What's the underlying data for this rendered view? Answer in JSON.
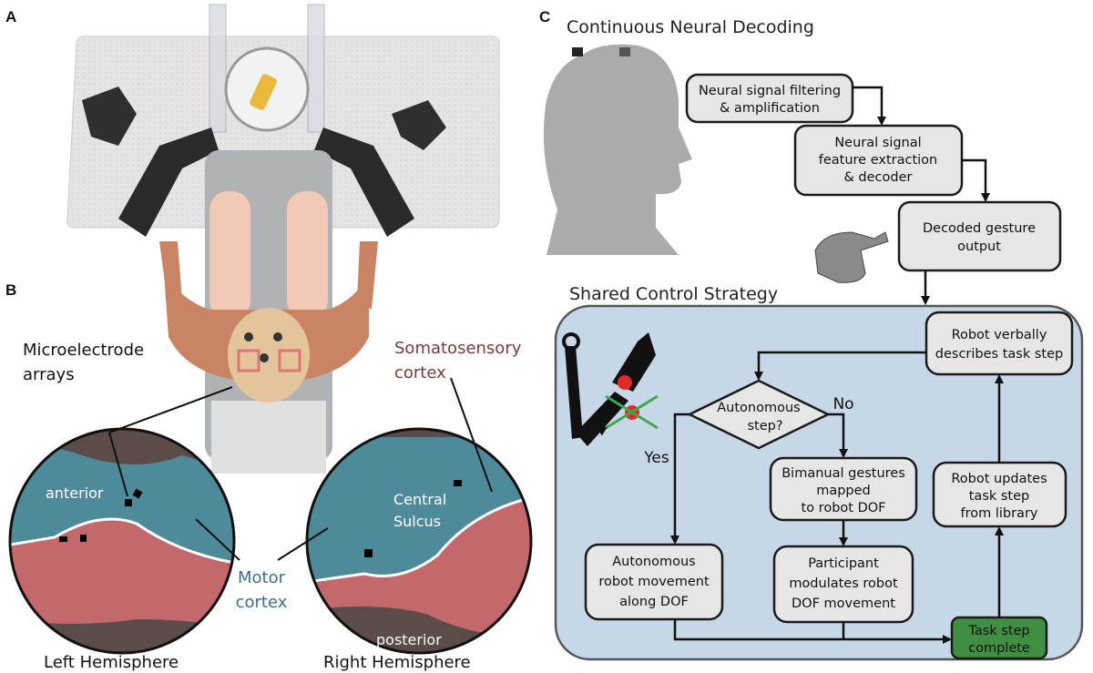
{
  "panels": {
    "a": "A",
    "b": "B",
    "c": "C"
  },
  "colors": {
    "motor": "#4e8a9a",
    "somatosensory": "#c4686c",
    "background_brain": "#5b4b49",
    "shared_bg": "#c6d7e7",
    "complete": "#3f8e42",
    "box": "#e6e6e6"
  },
  "panel_b": {
    "microelectrode": [
      "Microelectrode",
      "arrays"
    ],
    "somatosensory": [
      "Somatosensory",
      "cortex"
    ],
    "motor": [
      "Motor",
      "cortex"
    ],
    "anterior": "anterior",
    "central_sulcus": [
      "Central",
      "Sulcus"
    ],
    "posterior": "posterior",
    "left_hemisphere": "Left Hemisphere",
    "right_hemisphere": "Right Hemisphere"
  },
  "panel_c": {
    "decoding_title": "Continuous Neural Decoding",
    "filtering": [
      "Neural signal filtering",
      "& amplification"
    ],
    "feature": [
      "Neural signal",
      "feature extraction",
      "& decoder"
    ],
    "decoded": [
      "Decoded gesture",
      "output"
    ],
    "shared_title": "Shared Control Strategy",
    "verbal": [
      "Robot verbally",
      "describes task step"
    ],
    "decision": [
      "Autonomous",
      "step?"
    ],
    "no": "No",
    "yes": "Yes",
    "bimanual": [
      "Bimanual gestures",
      "mapped",
      "to robot DOF"
    ],
    "updates": [
      "Robot updates",
      "task step",
      "from library"
    ],
    "autonomous_move": [
      "Autonomous",
      "robot movement",
      "along DOF"
    ],
    "participant": [
      "Participant",
      "modulates robot",
      "DOF movement"
    ],
    "complete": [
      "Task step",
      "complete"
    ]
  }
}
